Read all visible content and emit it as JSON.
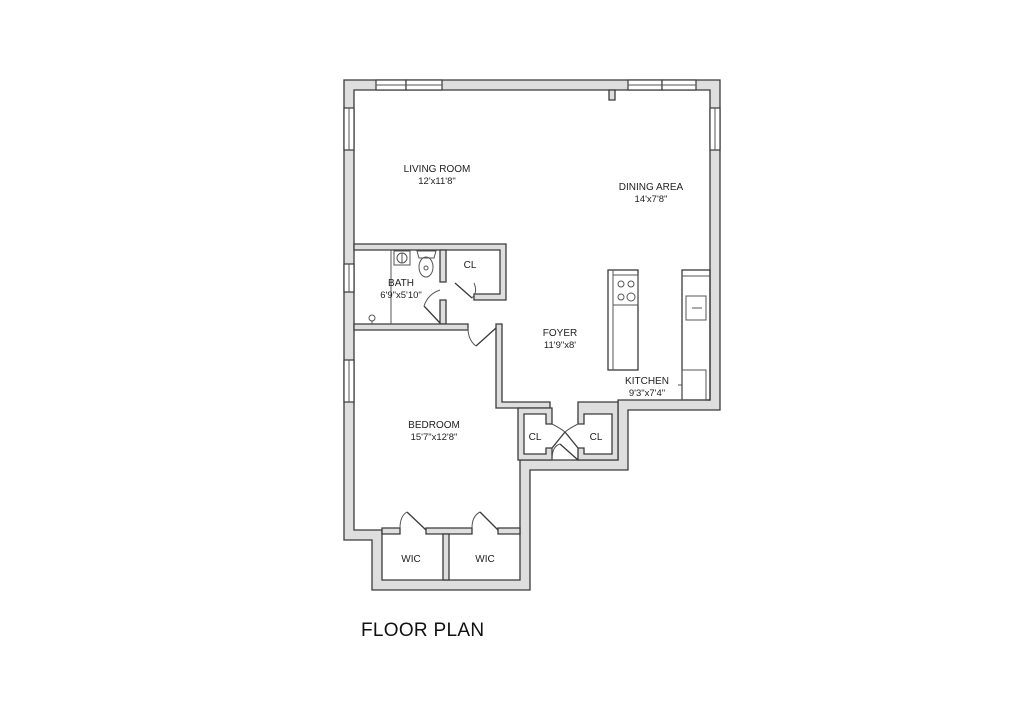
{
  "title": "FLOOR PLAN",
  "rooms": {
    "living_room": {
      "name": "LIVING ROOM",
      "size": "12'x11'8\""
    },
    "dining_area": {
      "name": "DINING  AREA",
      "size": "14'x7'8\""
    },
    "bath": {
      "name": "BATH",
      "size": "6'9\"x5'10\""
    },
    "bath_closet": {
      "name": "CL"
    },
    "foyer": {
      "name": "FOYER",
      "size": "11'9\"x8'"
    },
    "kitchen": {
      "name": "KITCHEN",
      "size": "9'3\"x7'4\""
    },
    "bedroom": {
      "name": "BEDROOM",
      "size": "15'7\"x12'8\""
    },
    "foyer_closet_left": {
      "name": "CL"
    },
    "foyer_closet_right": {
      "name": "CL"
    },
    "wic_left": {
      "name": "WIC"
    },
    "wic_right": {
      "name": "WIC"
    }
  },
  "colors": {
    "wall_fill": "#dedede",
    "wall_stroke": "#3a3a3a",
    "background": "#ffffff"
  }
}
